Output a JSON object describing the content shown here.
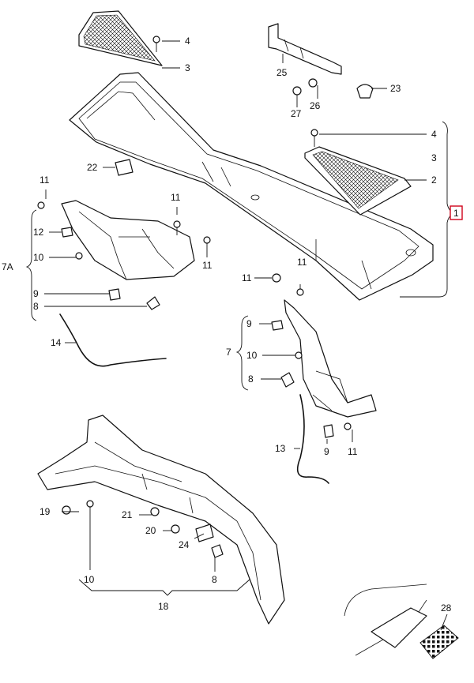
{
  "labels": {
    "l1": "1",
    "l2": "2",
    "l3a": "3",
    "l3b": "3",
    "l4a": "4",
    "l4b": "4",
    "l7": "7",
    "l7a": "7A",
    "l8a": "8",
    "l8b": "8",
    "l8c": "8",
    "l9a": "9",
    "l9b": "9",
    "l9c": "9",
    "l10a": "10",
    "l10b": "10",
    "l10c": "10",
    "l11a": "11",
    "l11b": "11",
    "l11c": "11",
    "l11d": "11",
    "l11e": "11",
    "l11f": "11",
    "l12": "12",
    "l13": "13",
    "l14": "14",
    "l18": "18",
    "l19": "19",
    "l20": "20",
    "l21": "21",
    "l22": "22",
    "l23": "23",
    "l24": "24",
    "l25": "25",
    "l26": "26",
    "l27": "27",
    "l28": "28"
  },
  "colors": {
    "line": "#111111",
    "highlight": "#d0021b",
    "background": "#ffffff"
  }
}
